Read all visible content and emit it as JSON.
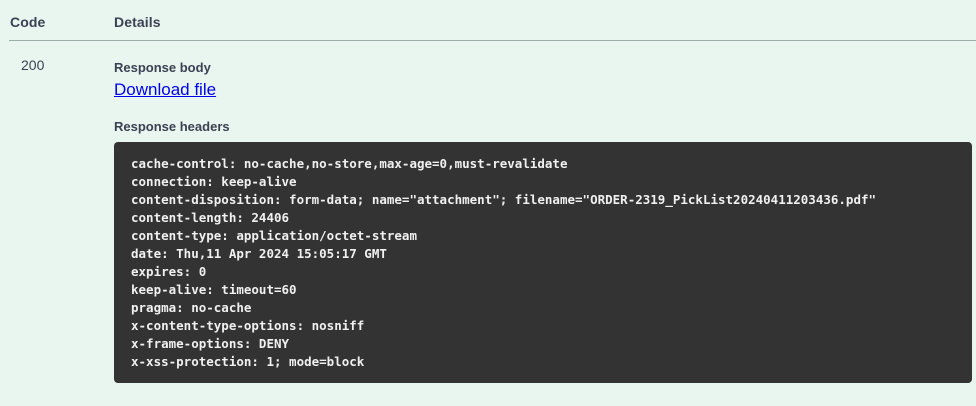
{
  "table": {
    "headers": {
      "code": "Code",
      "details": "Details"
    },
    "row": {
      "status_code": "200",
      "response_body_label": "Response body",
      "download_link": "Download file",
      "response_headers_label": "Response headers",
      "response_headers": [
        "cache-control: no-cache,no-store,max-age=0,must-revalidate",
        "connection: keep-alive",
        "content-disposition: form-data; name=\"attachment\"; filename=\"ORDER-2319_PickList20240411203436.pdf\"",
        "content-length: 24406",
        "content-type: application/octet-stream",
        "date: Thu,11 Apr 2024 15:05:17 GMT",
        "expires: 0",
        "keep-alive: timeout=60",
        "pragma: no-cache",
        "x-content-type-options: nosniff",
        "x-frame-options: DENY",
        "x-xss-protection: 1; mode=block"
      ]
    }
  },
  "colors": {
    "page_background": "#e9f6f0",
    "code_block_background": "#333333",
    "code_text": "#f0f0f0",
    "link": "#0000ee",
    "text": "#3b4151",
    "divider": "#9bb0ab"
  }
}
